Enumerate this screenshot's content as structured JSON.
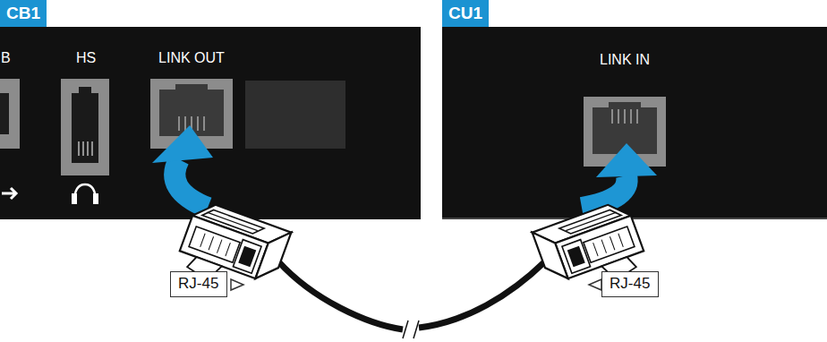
{
  "diagram": {
    "nodes": [
      {
        "text": [
          "CB1",
          "HS",
          "LINK OUT"
        ]
      },
      {
        "text": [
          "CU1",
          "LINK IN"
        ]
      },
      {
        "text": [
          "RJ-45"
        ]
      },
      {
        "text": [
          "RJ-45"
        ]
      }
    ],
    "labels": [
      "B"
    ]
  }
}
